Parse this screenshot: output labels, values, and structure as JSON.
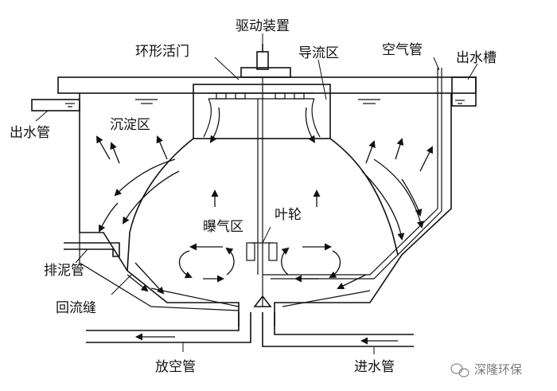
{
  "labels": {
    "drive": "驱动装置",
    "ring_gate": "环形活门",
    "guide_zone": "导流区",
    "air_pipe": "空气管",
    "outlet_trough": "出水槽",
    "outlet_pipe": "出水管",
    "settling_zone": "沉淀区",
    "aeration_zone": "曝气区",
    "impeller": "叶轮",
    "sludge_pipe": "排泥管",
    "return_gap": "回流缝",
    "drain_pipe": "放空管",
    "inlet_pipe": "进水管"
  },
  "watermark": {
    "icon": "wechat-icon",
    "text": "深隆环保"
  }
}
